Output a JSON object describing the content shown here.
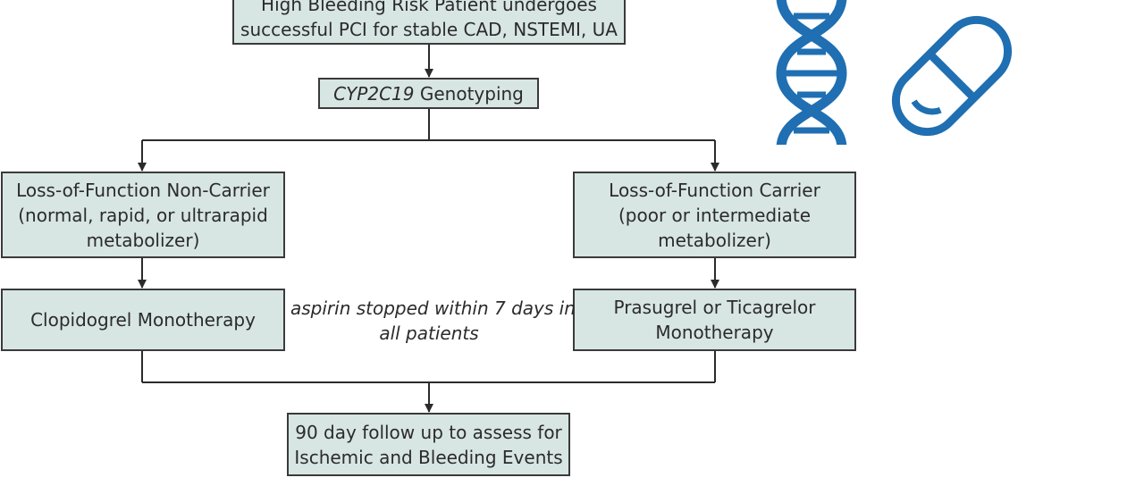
{
  "diagram": {
    "start": [
      "High Bleeding Risk Patient undergoes",
      "successful PCI for stable CAD, NSTEMI, UA"
    ],
    "genotyping": {
      "gene": "CYP2C19",
      "rest": " Genotyping"
    },
    "non_carrier": [
      "Loss-of-Function Non-Carrier",
      "(normal, rapid, or ultrarapid",
      "metabolizer)"
    ],
    "carrier": [
      "Loss-of-Function Carrier",
      "(poor or intermediate",
      "metabolizer)"
    ],
    "clopidogrel": "Clopidogrel Monotherapy",
    "prasugrel": [
      "Prasugrel or Ticagrelor",
      "Monotherapy"
    ],
    "aspirin_note": [
      "aspirin stopped within 7 days in",
      "all patients"
    ],
    "followup": [
      "90 day follow up to assess for",
      "Ischemic and Bleeding Events"
    ]
  },
  "icons": [
    "dna-icon",
    "pill-capsule-icon"
  ],
  "colors": {
    "box_fill": "#d8e6e3",
    "box_border": "#3a3a3a",
    "line": "#2b2b2b",
    "icon_blue": "#1f6fb2"
  }
}
